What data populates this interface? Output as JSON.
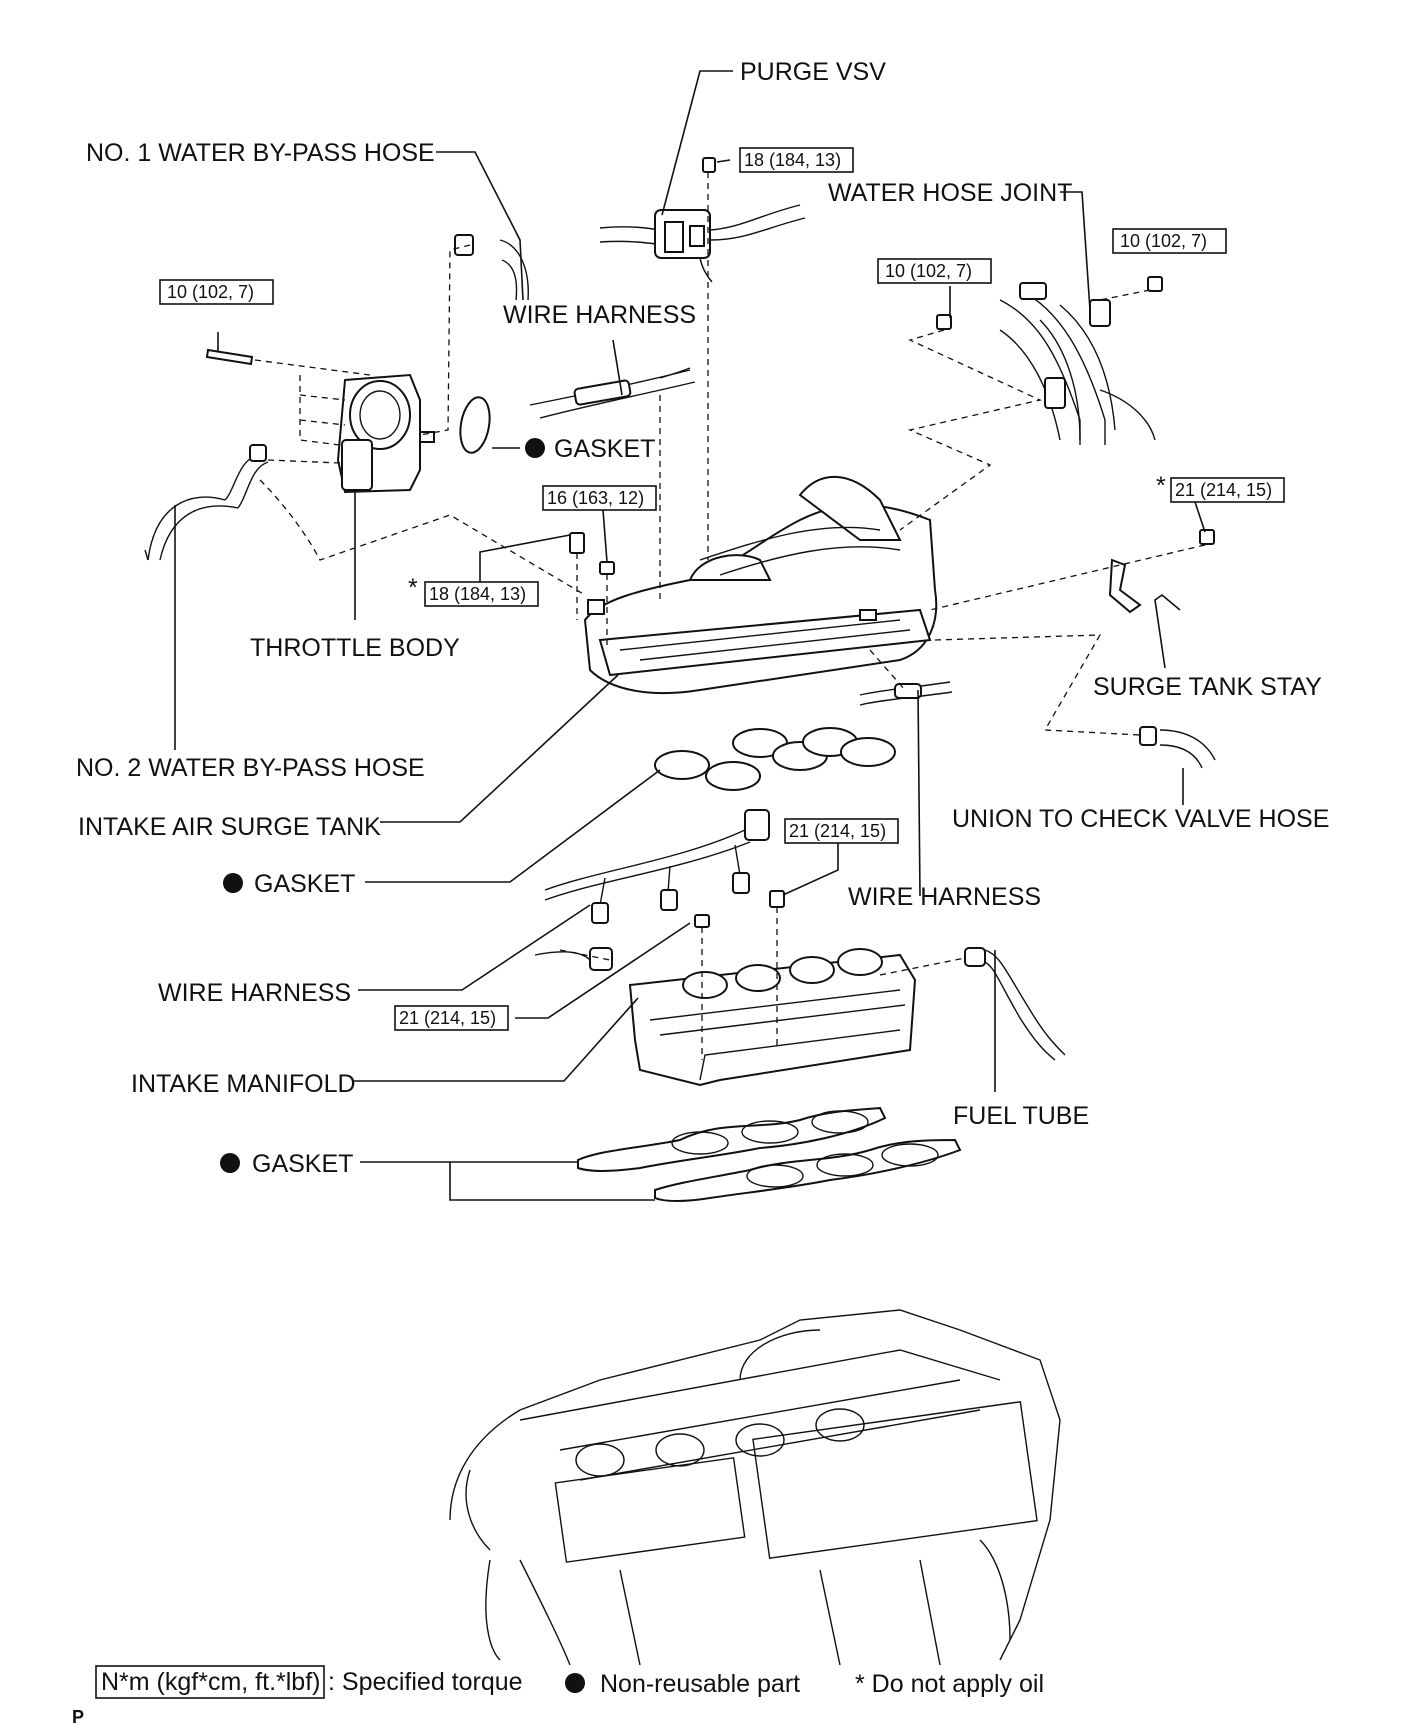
{
  "labels": {
    "purge_vsv": "PURGE VSV",
    "no1_water_bypass_hose": "NO. 1 WATER BY-PASS HOSE",
    "water_hose_joint": "WATER HOSE JOINT",
    "wire_harness_top": "WIRE HARNESS",
    "gasket_throttle": "GASKET",
    "throttle_body": "THROTTLE BODY",
    "surge_tank_stay": "SURGE TANK STAY",
    "no2_water_bypass_hose": "NO. 2 WATER BY-PASS HOSE",
    "union_check_valve_hose": "UNION TO CHECK VALVE HOSE",
    "intake_air_surge_tank": "INTAKE AIR SURGE TANK",
    "gasket_mid": "GASKET",
    "wire_harness_right": "WIRE HARNESS",
    "wire_harness_left": "WIRE HARNESS",
    "intake_manifold": "INTAKE MANIFOLD",
    "fuel_tube": "FUEL TUBE",
    "gasket_bottom": "GASKET"
  },
  "torques": {
    "purge_vsv_bolt": "18 (184, 13)",
    "water_hose_joint_bolt_right": "10 (102, 7)",
    "water_hose_joint_bolt_left": "10 (102, 7)",
    "throttle_body_bolt": "10 (102, 7)",
    "surge_tank_bolt": "16 (163, 12)",
    "surge_tank_nut": "18 (184, 13)",
    "surge_tank_stay_bolt": "21 (214, 15)",
    "manifold_bolt": "21 (214, 15)",
    "manifold_nut": "21 (214, 15)"
  },
  "asterisk": "*",
  "legend": {
    "torque_key": "N*m (kgf*cm, ft.*lbf)",
    "torque_desc": ": Specified torque",
    "nonreusable": "Non-reusable part",
    "no_oil": "* Do not apply oil"
  },
  "corner_mark": "P"
}
